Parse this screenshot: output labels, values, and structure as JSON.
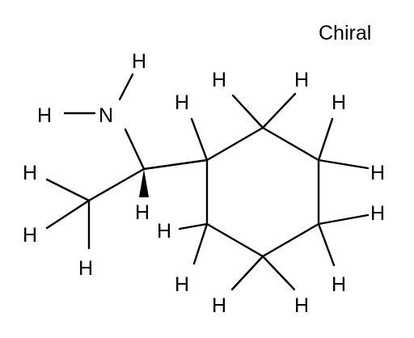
{
  "label": "Chiral",
  "atoms": {
    "N": "N",
    "H": "H"
  }
}
